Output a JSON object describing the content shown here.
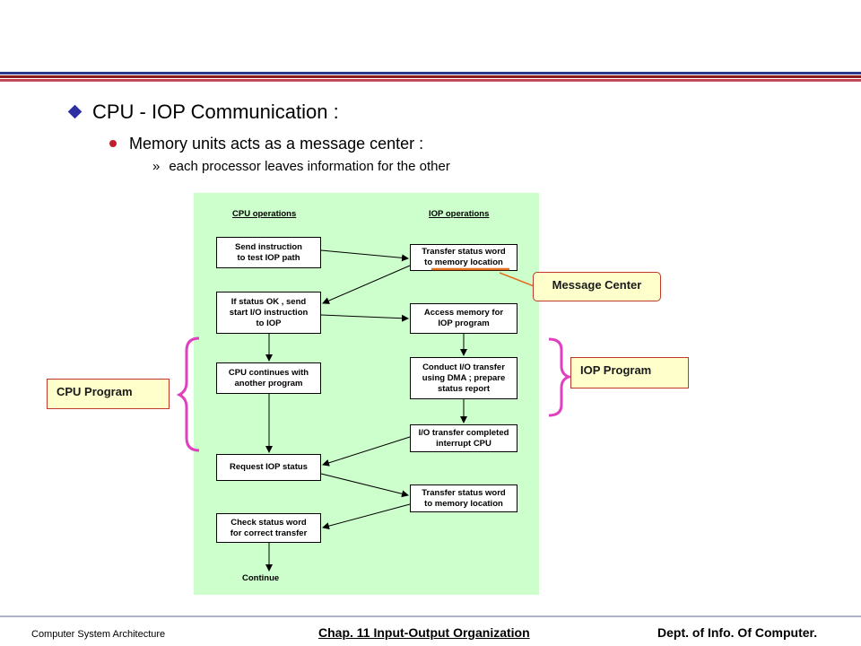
{
  "slide": {
    "title": "CPU - IOP Communication :",
    "bullet": "Memory units acts as a message center :",
    "subbullet": "each processor leaves information for the other"
  },
  "diagram": {
    "cpu_heading": "CPU operations",
    "iop_heading": "IOP operations",
    "cpu_boxes": [
      "Send instruction\nto test IOP path",
      "If status OK , send\nstart I/O instruction\nto IOP",
      "CPU continues with\nanother program",
      "Request IOP status",
      "Check status word\nfor correct transfer"
    ],
    "iop_boxes": [
      "Transfer status word\nto memory location",
      "Access memory for\nIOP program",
      "Conduct I/O transfer\nusing DMA ; prepare\nstatus report",
      "I/O transfer completed\ninterrupt CPU",
      "Transfer status word\nto memory location"
    ],
    "end_label": "Continue"
  },
  "callouts": {
    "message_center": "Message Center",
    "cpu_program": "CPU Program",
    "iop_program": "IOP Program"
  },
  "colors": {
    "panel": "#ccffcc",
    "callout_border": "#c0392b",
    "callout_fill": "#ffffcc",
    "brace": "#e040c0",
    "highlight": "#e07020"
  },
  "footer": {
    "left": "Computer System Architecture",
    "center": "Chap. 11  Input-Output Organization",
    "right": "Dept. of  Info. Of  Computer."
  }
}
